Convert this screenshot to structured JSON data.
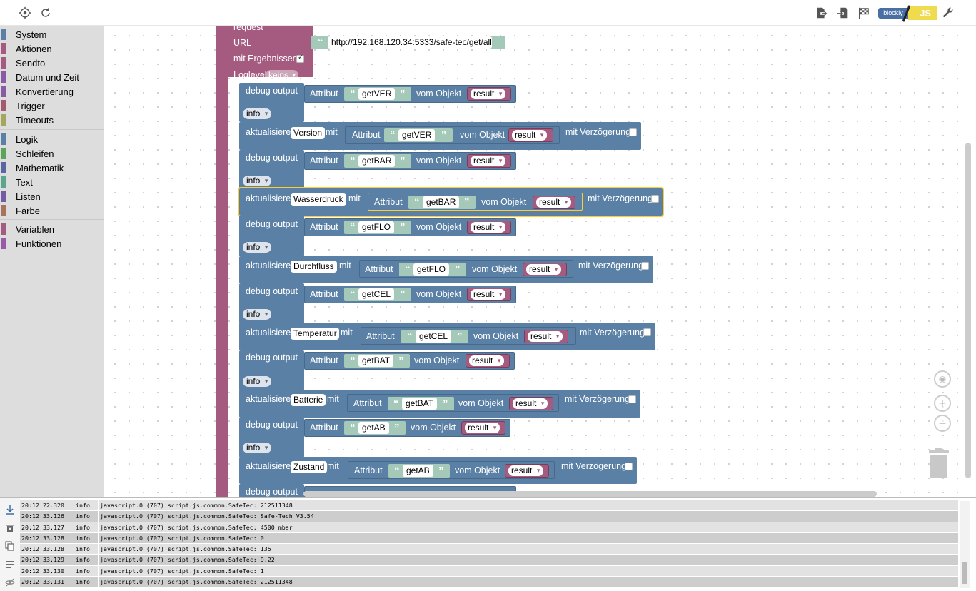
{
  "toolbar": {
    "left_icons": [
      "crosshair-icon",
      "refresh-icon"
    ],
    "right_icons": [
      "export-icon",
      "import-icon",
      "checkered-flag-icon",
      "wrench-icon"
    ],
    "toggle_left": "blockly",
    "toggle_right": "JS"
  },
  "sidebar": {
    "groups": [
      [
        {
          "label": "System",
          "color": "#5b80a5"
        },
        {
          "label": "Aktionen",
          "color": "#a55b80"
        },
        {
          "label": "Sendto",
          "color": "#a55b80"
        },
        {
          "label": "Datum und Zeit",
          "color": "#8a5ba5"
        },
        {
          "label": "Konvertierung",
          "color": "#8a5ba5"
        },
        {
          "label": "Trigger",
          "color": "#a55b6f"
        },
        {
          "label": "Timeouts",
          "color": "#a5a55b"
        }
      ],
      [
        {
          "label": "Logik",
          "color": "#5b80a5"
        },
        {
          "label": "Schleifen",
          "color": "#5ba55b"
        },
        {
          "label": "Mathematik",
          "color": "#5b67a5"
        },
        {
          "label": "Text",
          "color": "#5ba58c"
        },
        {
          "label": "Listen",
          "color": "#745ba5"
        },
        {
          "label": "Farbe",
          "color": "#a5745b"
        }
      ],
      [
        {
          "label": "Variablen",
          "color": "#a55b80"
        },
        {
          "label": "Funktionen",
          "color": "#995ba5"
        }
      ]
    ]
  },
  "workspace": {
    "request_label": "request",
    "url_label": "URL",
    "url_value": "http://192.168.120.34:5333/safe-tec/get/all",
    "with_results_label": "mit Ergebnissen",
    "loglevel_label": "Loglevel",
    "loglevel_value": "keins",
    "debug_label": "debug output",
    "info_label": "info",
    "update_label": "aktualisiere",
    "with_label": "mit",
    "attribute_label": "Attribut",
    "of_object_label": "vom Objekt",
    "result_label": "result",
    "delay_label": "mit Verzögerung",
    "pairs": [
      {
        "attr": "getVER",
        "state": "Version"
      },
      {
        "attr": "getBAR",
        "state": "Wasserdruck"
      },
      {
        "attr": "getFLO",
        "state": "Durchfluss"
      },
      {
        "attr": "getCEL",
        "state": "Temperatur"
      },
      {
        "attr": "getBAT",
        "state": "Batterie"
      },
      {
        "attr": "getAB",
        "state": "Zustand"
      }
    ]
  },
  "log": {
    "tool_icons": [
      "scroll-down-icon",
      "clear-log-icon",
      "copy-icon",
      "list-icon",
      "hide-icon"
    ],
    "rows": [
      {
        "time": "20:12:22.320",
        "level": "info",
        "msg": "javascript.0 (707) script.js.common.SafeTec: 212511348"
      },
      {
        "time": "20:12:33.126",
        "level": "info",
        "msg": "javascript.0 (707) script.js.common.SafeTec: Safe-Tech V3.54"
      },
      {
        "time": "20:12:33.127",
        "level": "info",
        "msg": "javascript.0 (707) script.js.common.SafeTec: 4500 mbar"
      },
      {
        "time": "20:12:33.128",
        "level": "info",
        "msg": "javascript.0 (707) script.js.common.SafeTec: 0"
      },
      {
        "time": "20:12:33.128",
        "level": "info",
        "msg": "javascript.0 (707) script.js.common.SafeTec: 135"
      },
      {
        "time": "20:12:33.129",
        "level": "info",
        "msg": "javascript.0 (707) script.js.common.SafeTec: 9,22"
      },
      {
        "time": "20:12:33.130",
        "level": "info",
        "msg": "javascript.0 (707) script.js.common.SafeTec: 1"
      },
      {
        "time": "20:12:33.131",
        "level": "info",
        "msg": "javascript.0 (707) script.js.common.SafeTec: 212511348"
      }
    ]
  }
}
